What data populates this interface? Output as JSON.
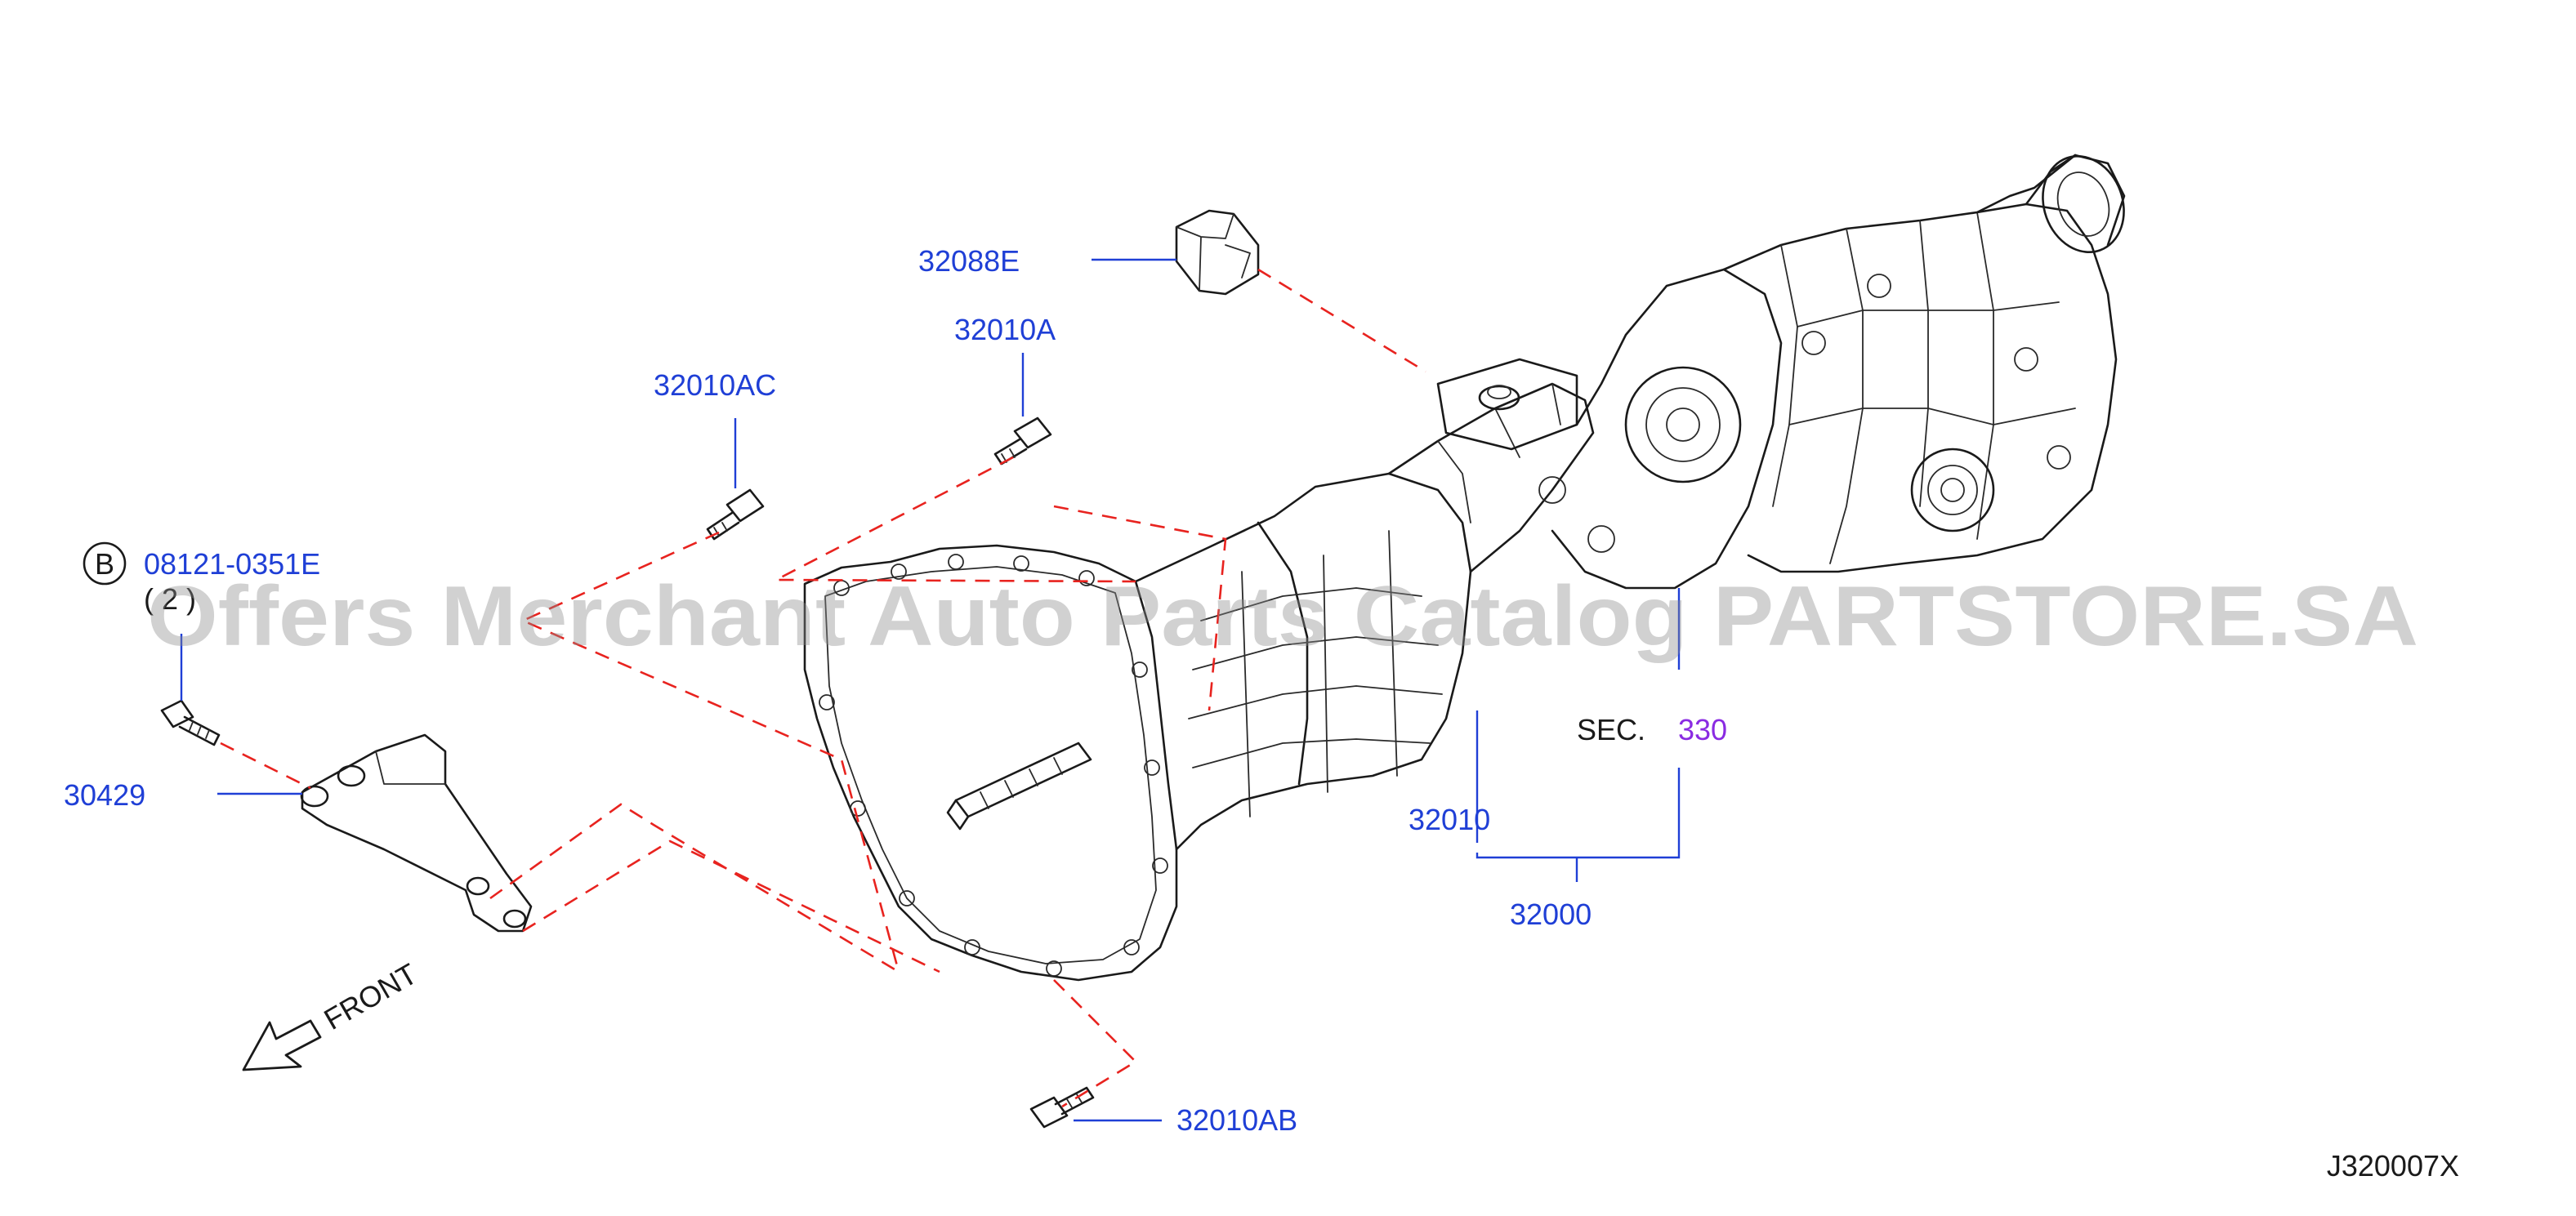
{
  "diagram": {
    "reference_code": "J320007X",
    "front_label": "FRONT",
    "section": {
      "prefix": "SEC.",
      "number": "330"
    },
    "callout": {
      "circle_letter": "B",
      "bolt_part": "08121-0351E",
      "quantity": "( 2 )"
    },
    "parts": {
      "p32088E": "32088E",
      "p32010A": "32010A",
      "p32010AC": "32010AC",
      "p30429": "30429",
      "p32010": "32010",
      "p32000": "32000",
      "p32010AB": "32010AB"
    },
    "watermark": "Offers Merchant Auto Parts Catalog PARTSTORE.SA",
    "colors": {
      "label_blue": "#1f3fd6",
      "section_purple": "#8a2be2",
      "dash_red": "#e8231f",
      "line_black": "#1a1a1a"
    }
  }
}
